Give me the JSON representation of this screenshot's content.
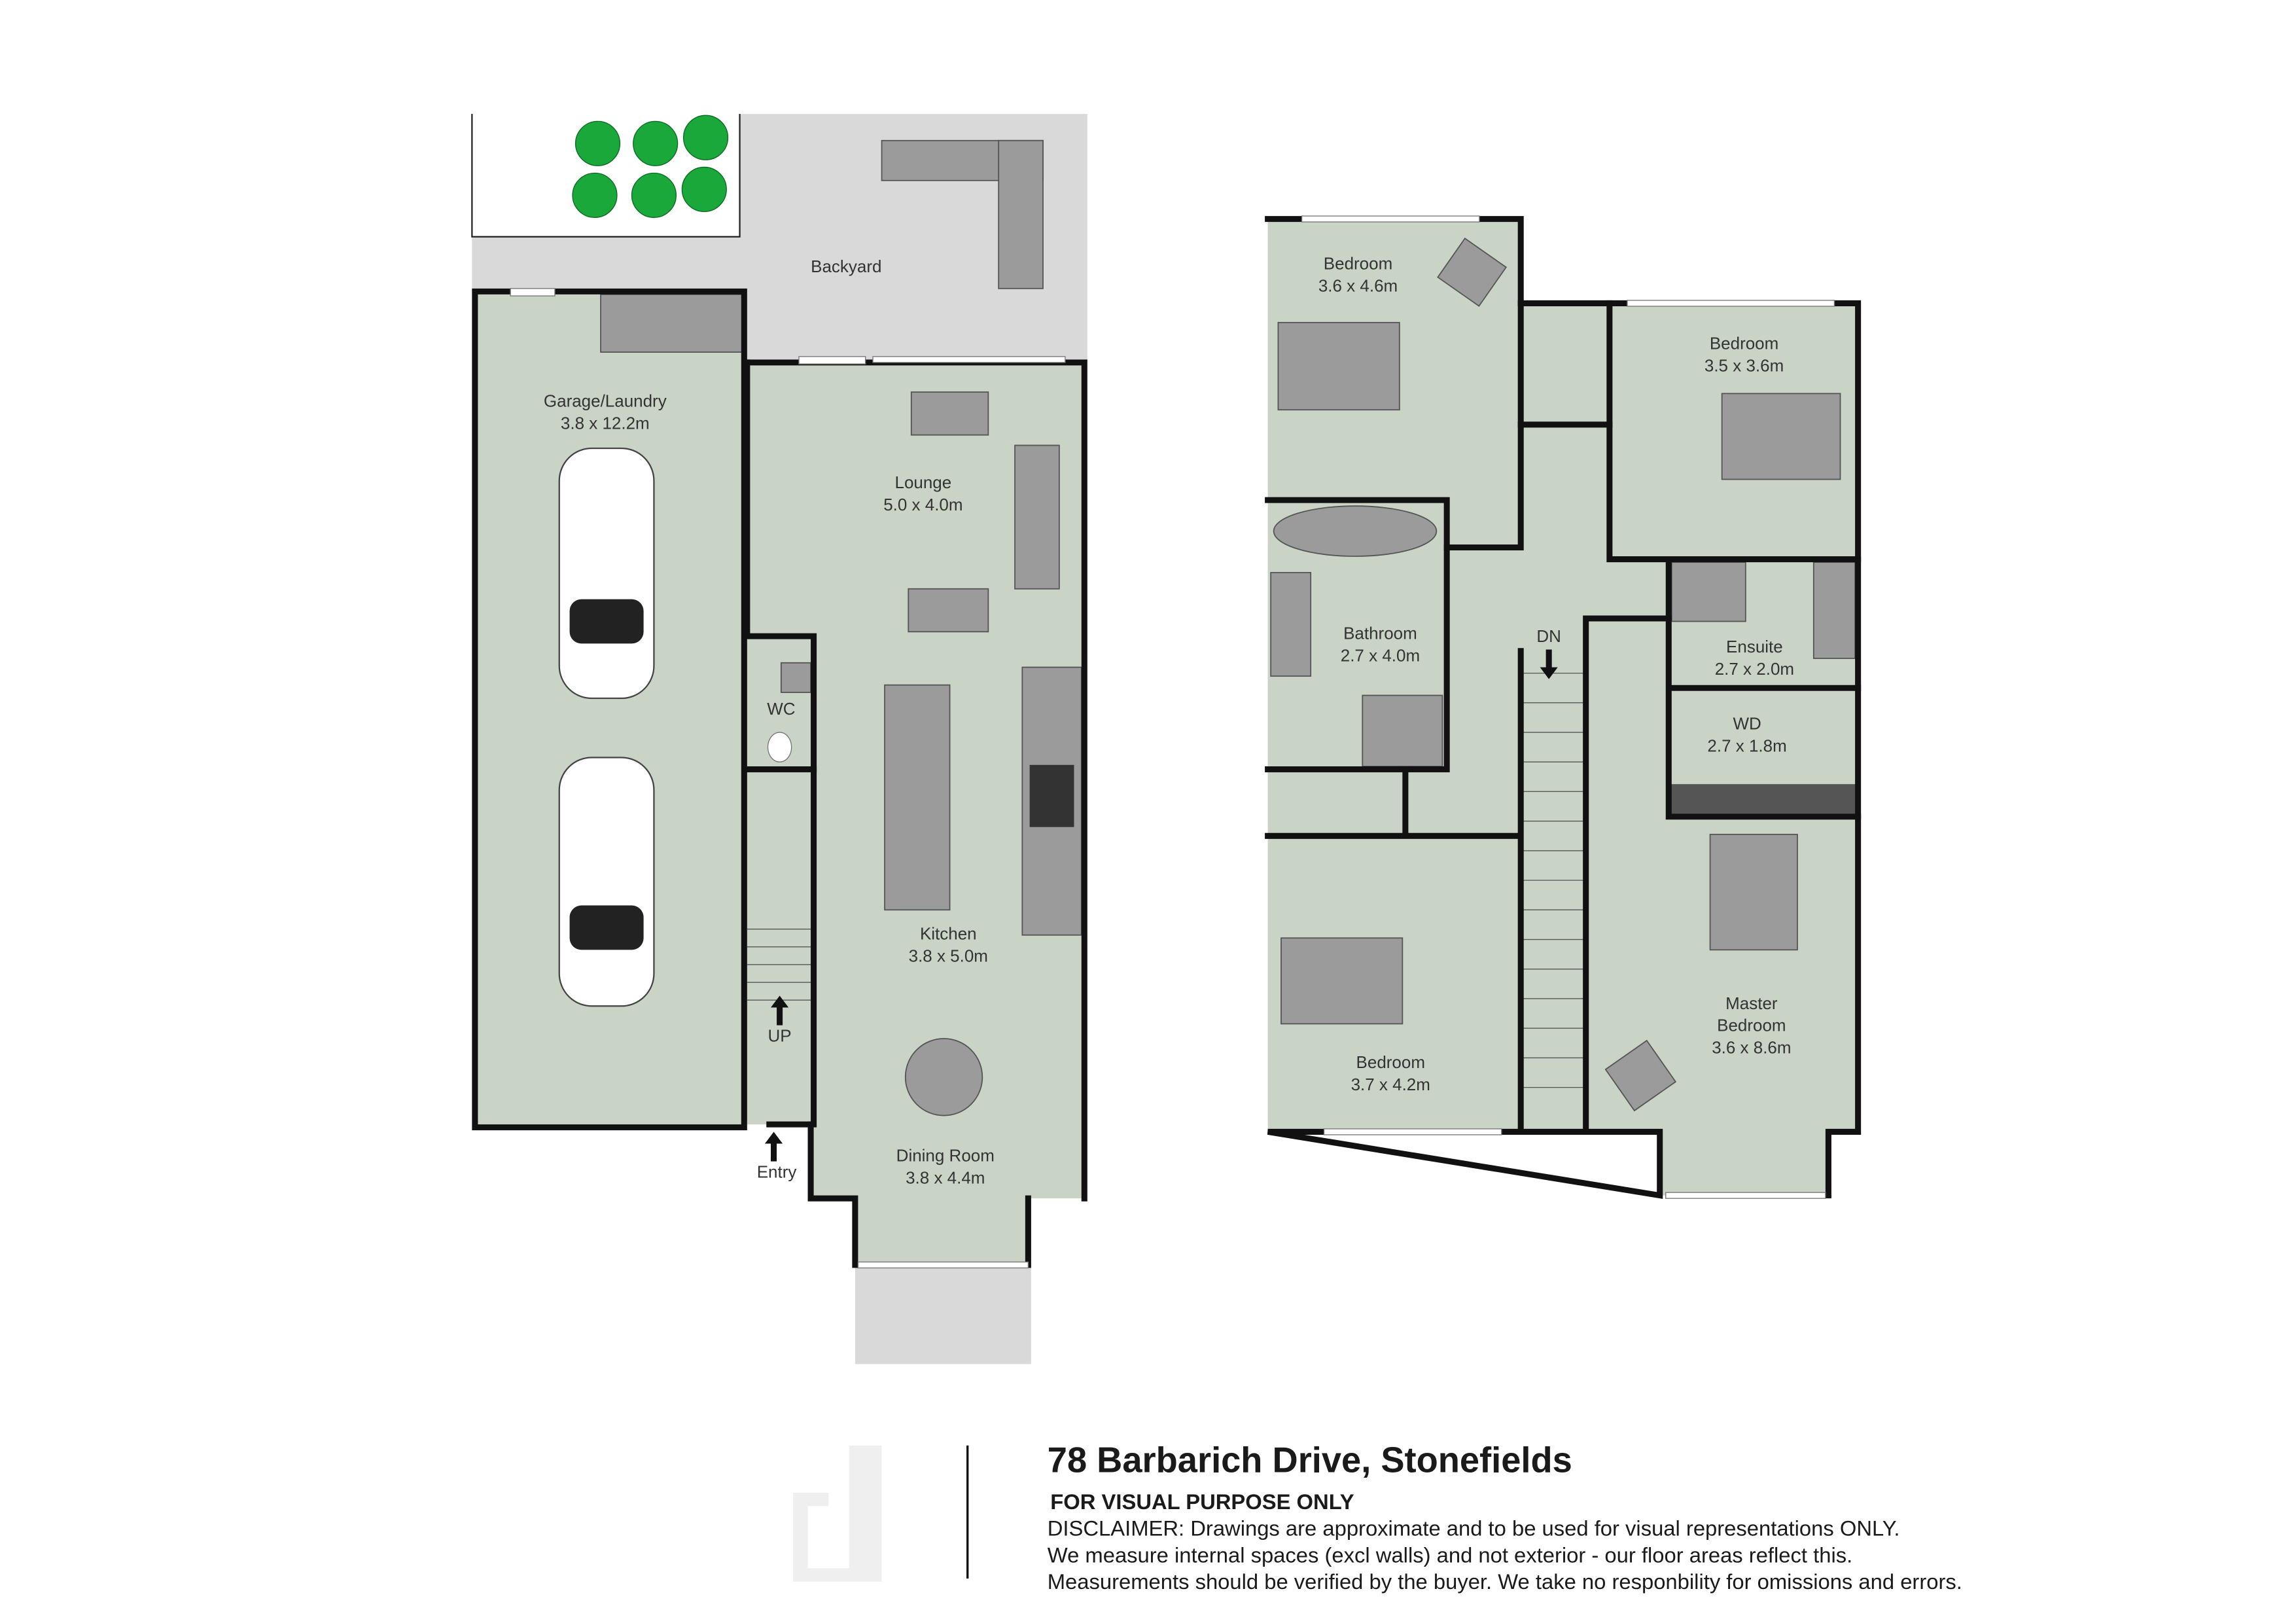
{
  "ground_floor": {
    "backyard": "Backyard",
    "garage": {
      "name": "Garage/Laundry",
      "size": "3.8 x 12.2m"
    },
    "lounge": {
      "name": "Lounge",
      "size": "5.0 x 4.0m"
    },
    "wc": "WC",
    "up": "UP",
    "entry": "Entry",
    "kitchen": {
      "name": "Kitchen",
      "size": "3.8 x 5.0m"
    },
    "dining": {
      "name": "Dining Room",
      "size": "3.8 x 4.4m"
    }
  },
  "first_floor": {
    "bedroom1": {
      "name": "Bedroom",
      "size": "3.6 x 4.6m"
    },
    "bedroom2": {
      "name": "Bedroom",
      "size": "3.5 x 3.6m"
    },
    "bathroom": {
      "name": "Bathroom",
      "size": "2.7 x 4.0m"
    },
    "dn": "DN",
    "ensuite": {
      "name": "Ensuite",
      "size": "2.7 x 2.0m"
    },
    "wd": {
      "name": "WD",
      "size": "2.7 x 1.8m"
    },
    "master": {
      "name1": "Master",
      "name2": "Bedroom",
      "size": "3.6 x 8.6m"
    },
    "bedroom3": {
      "name": "Bedroom",
      "size": "3.7 x 4.2m"
    }
  },
  "footer": {
    "title": "78 Barbarich Drive, Stonefields",
    "subtitle": "FOR VISUAL PURPOSE ONLY",
    "disclaimer": [
      "DISCLAIMER:  Drawings are approximate and to be used for visual representations ONLY.",
      "We measure internal spaces (excl walls) and not exterior - our floor areas reflect this.",
      "Measurements should be verified by the buyer. We take no responbility for omissions and errors."
    ]
  },
  "colors": {
    "floor": "#c9d4c7",
    "yard": "#d9d9d9",
    "furniture": "#9b9b9b",
    "plant": "#1aa83a"
  }
}
